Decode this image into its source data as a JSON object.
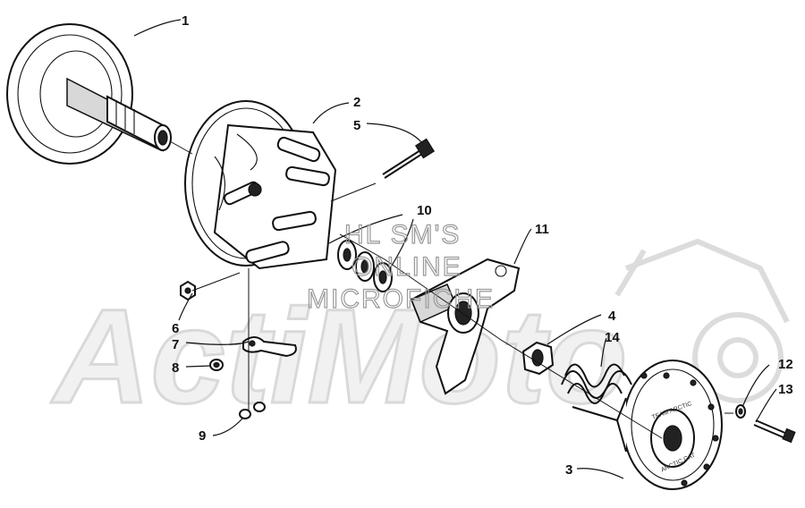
{
  "watermark": {
    "logo_text": "ActiMoto",
    "lines": [
      "HL SM'S",
      "ONLINE",
      "MICROFICHE"
    ]
  },
  "callouts": [
    {
      "id": "1",
      "label": "1"
    },
    {
      "id": "2",
      "label": "2"
    },
    {
      "id": "3",
      "label": "3"
    },
    {
      "id": "4",
      "label": "4"
    },
    {
      "id": "5",
      "label": "5"
    },
    {
      "id": "6",
      "label": "6"
    },
    {
      "id": "7",
      "label": "7"
    },
    {
      "id": "8",
      "label": "8"
    },
    {
      "id": "9",
      "label": "9"
    },
    {
      "id": "10",
      "label": "10"
    },
    {
      "id": "11",
      "label": "11"
    },
    {
      "id": "12",
      "label": "12"
    },
    {
      "id": "13",
      "label": "13"
    },
    {
      "id": "14",
      "label": "14"
    }
  ],
  "parts": [
    {
      "callout": "1",
      "icon": "fixed-sheave-icon"
    },
    {
      "callout": "2",
      "icon": "movable-sheave-icon"
    },
    {
      "callout": "3",
      "icon": "spider-cover-icon"
    },
    {
      "callout": "4",
      "icon": "nut-icon"
    },
    {
      "callout": "5",
      "icon": "bolt-icon"
    },
    {
      "callout": "6",
      "icon": "nut-icon"
    },
    {
      "callout": "7",
      "icon": "weight-arm-icon"
    },
    {
      "callout": "8",
      "icon": "bushing-icon"
    },
    {
      "callout": "9",
      "icon": "washer-icon"
    },
    {
      "callout": "10",
      "icon": "roller-icon"
    },
    {
      "callout": "11",
      "icon": "spider-icon"
    },
    {
      "callout": "12",
      "icon": "washer-icon"
    },
    {
      "callout": "13",
      "icon": "bolt-icon"
    },
    {
      "callout": "14",
      "icon": "spring-icon"
    }
  ],
  "cover_markings": [
    "ARCTIC CAT",
    "TEAM ARCTIC"
  ]
}
